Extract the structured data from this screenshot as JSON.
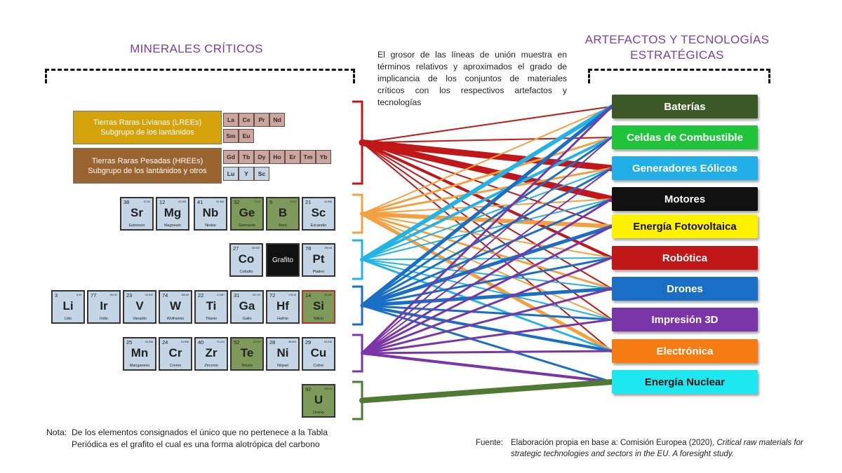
{
  "titles": {
    "left": "MINERALES CRÍTICOS",
    "right_line1": "ARTEFACTOS Y TECNOLOGÍAS",
    "right_line2": "ESTRATÉGICAS"
  },
  "description": "El grosor de las líneas de unión muestra en términos relativos y aproximados el grado de implicancia de los conjuntos de materiales críticos con los respectivos artefactos y tecnologías",
  "groups": {
    "lree": {
      "line1": "Tierras Raras Livianas (LREEs)",
      "line2": "Subgrupo de los lantánidos",
      "color": "#d4a20a"
    },
    "hree": {
      "line1": "Tierras Raras Pesadas (HREEs)",
      "line2": "Subgrupo de los lantánidos y otros",
      "color": "#9a6430"
    }
  },
  "lree_elements": [
    "La",
    "Ce",
    "Pr",
    "Nd",
    "Sm",
    "Eu"
  ],
  "hree_elements": [
    "Gd",
    "Tb",
    "Dy",
    "Ho",
    "Er",
    "Tm",
    "Yb",
    "Lu",
    "Y",
    "Sc"
  ],
  "elements": [
    {
      "num": "38",
      "sym": "Sr",
      "name": "Estroncio",
      "mass": "87.62"
    },
    {
      "num": "12",
      "sym": "Mg",
      "name": "Magnesio",
      "mass": "24.305"
    },
    {
      "num": "41",
      "sym": "Nb",
      "name": "Niobio",
      "mass": "92.906"
    },
    {
      "num": "32",
      "sym": "Ge",
      "name": "Germanio",
      "mass": "72.63"
    },
    {
      "num": "5",
      "sym": "B",
      "name": "Boro",
      "mass": "10.81"
    },
    {
      "num": "21",
      "sym": "Sc",
      "name": "Escandio",
      "mass": "44.956"
    },
    {
      "num": "27",
      "sym": "Co",
      "name": "Cobalto",
      "mass": "58.933"
    },
    {
      "num": "",
      "sym": "",
      "name": "Grafito",
      "mass": ""
    },
    {
      "num": "78",
      "sym": "Pt",
      "name": "Platino",
      "mass": "195.08"
    },
    {
      "num": "3",
      "sym": "Li",
      "name": "Litio",
      "mass": "6.94"
    },
    {
      "num": "77",
      "sym": "Ir",
      "name": "Iridio",
      "mass": "192.22"
    },
    {
      "num": "23",
      "sym": "V",
      "name": "Vanadio",
      "mass": "50.942"
    },
    {
      "num": "74",
      "sym": "W",
      "name": "Wolframio",
      "mass": "183.84"
    },
    {
      "num": "22",
      "sym": "Ti",
      "name": "Titanio",
      "mass": "47.867"
    },
    {
      "num": "31",
      "sym": "Ga",
      "name": "Galio",
      "mass": "69.723"
    },
    {
      "num": "72",
      "sym": "Hf",
      "name": "Hafnio",
      "mass": "178.49"
    },
    {
      "num": "14",
      "sym": "Si",
      "name": "Silicio",
      "mass": "28.085"
    },
    {
      "num": "25",
      "sym": "Mn",
      "name": "Manganeso",
      "mass": "54.938"
    },
    {
      "num": "24",
      "sym": "Cr",
      "name": "Cromo",
      "mass": "51.996"
    },
    {
      "num": "40",
      "sym": "Zr",
      "name": "Zirconio",
      "mass": "91.224"
    },
    {
      "num": "52",
      "sym": "Te",
      "name": "Telurio",
      "mass": "127.60"
    },
    {
      "num": "28",
      "sym": "Ni",
      "name": "Níquel",
      "mass": "58.693"
    },
    {
      "num": "29",
      "sym": "Cu",
      "name": "Cobre",
      "mass": "63.546"
    },
    {
      "num": "92",
      "sym": "U",
      "name": "Uranio",
      "mass": "238.03"
    }
  ],
  "technologies": [
    {
      "label": "Baterías",
      "bg": "#3b5a28",
      "fg": "#ffffff"
    },
    {
      "label": "Celdas de Combustible",
      "bg": "#1fc43a",
      "fg": "#ffffff"
    },
    {
      "label": "Generadores  Eólicos",
      "bg": "#22aee6",
      "fg": "#ffffff"
    },
    {
      "label": "Motores",
      "bg": "#111111",
      "fg": "#ffffff"
    },
    {
      "label": "Energía  Fotovoltaica",
      "bg": "#fff200",
      "fg": "#111111"
    },
    {
      "label": "Robótica",
      "bg": "#c01818",
      "fg": "#ffffff"
    },
    {
      "label": "Drones",
      "bg": "#1a6fc4",
      "fg": "#ffffff"
    },
    {
      "label": "Impresión 3D",
      "bg": "#7a35a6",
      "fg": "#ffffff"
    },
    {
      "label": "Electrónica",
      "bg": "#f57c12",
      "fg": "#ffffff"
    },
    {
      "label": "Energía Nuclear",
      "bg": "#1de8f0",
      "fg": "#111111"
    }
  ],
  "mineral_group_colors": [
    "#c01818",
    "#f5a040",
    "#22b4e6",
    "#1a6fc4",
    "#7a35a6",
    "#4e7a34"
  ],
  "connections": [
    {
      "group": 0,
      "tech": 0,
      "weight": 2
    },
    {
      "group": 0,
      "tech": 1,
      "weight": 2
    },
    {
      "group": 0,
      "tech": 2,
      "weight": 9
    },
    {
      "group": 0,
      "tech": 3,
      "weight": 9
    },
    {
      "group": 0,
      "tech": 4,
      "weight": 2
    },
    {
      "group": 0,
      "tech": 5,
      "weight": 4
    },
    {
      "group": 0,
      "tech": 6,
      "weight": 2
    },
    {
      "group": 0,
      "tech": 7,
      "weight": 2
    },
    {
      "group": 0,
      "tech": 8,
      "weight": 2
    },
    {
      "group": 1,
      "tech": 0,
      "weight": 2
    },
    {
      "group": 1,
      "tech": 1,
      "weight": 3
    },
    {
      "group": 1,
      "tech": 2,
      "weight": 3
    },
    {
      "group": 1,
      "tech": 3,
      "weight": 2
    },
    {
      "group": 1,
      "tech": 4,
      "weight": 6
    },
    {
      "group": 1,
      "tech": 5,
      "weight": 2
    },
    {
      "group": 1,
      "tech": 6,
      "weight": 3
    },
    {
      "group": 1,
      "tech": 7,
      "weight": 2
    },
    {
      "group": 1,
      "tech": 8,
      "weight": 5
    },
    {
      "group": 2,
      "tech": 0,
      "weight": 6
    },
    {
      "group": 2,
      "tech": 1,
      "weight": 4
    },
    {
      "group": 2,
      "tech": 2,
      "weight": 2
    },
    {
      "group": 2,
      "tech": 3,
      "weight": 2
    },
    {
      "group": 2,
      "tech": 5,
      "weight": 2
    },
    {
      "group": 2,
      "tech": 6,
      "weight": 2
    },
    {
      "group": 2,
      "tech": 7,
      "weight": 2
    },
    {
      "group": 2,
      "tech": 8,
      "weight": 3
    },
    {
      "group": 3,
      "tech": 0,
      "weight": 5
    },
    {
      "group": 3,
      "tech": 1,
      "weight": 3
    },
    {
      "group": 3,
      "tech": 2,
      "weight": 3
    },
    {
      "group": 3,
      "tech": 3,
      "weight": 3
    },
    {
      "group": 3,
      "tech": 4,
      "weight": 5
    },
    {
      "group": 3,
      "tech": 5,
      "weight": 3
    },
    {
      "group": 3,
      "tech": 6,
      "weight": 5
    },
    {
      "group": 3,
      "tech": 7,
      "weight": 3
    },
    {
      "group": 3,
      "tech": 8,
      "weight": 4
    },
    {
      "group": 3,
      "tech": 9,
      "weight": 3
    },
    {
      "group": 4,
      "tech": 0,
      "weight": 3
    },
    {
      "group": 4,
      "tech": 1,
      "weight": 2
    },
    {
      "group": 4,
      "tech": 2,
      "weight": 2
    },
    {
      "group": 4,
      "tech": 3,
      "weight": 3
    },
    {
      "group": 4,
      "tech": 4,
      "weight": 3
    },
    {
      "group": 4,
      "tech": 5,
      "weight": 3
    },
    {
      "group": 4,
      "tech": 6,
      "weight": 3
    },
    {
      "group": 4,
      "tech": 7,
      "weight": 3
    },
    {
      "group": 4,
      "tech": 8,
      "weight": 3
    },
    {
      "group": 4,
      "tech": 9,
      "weight": 4
    },
    {
      "group": 5,
      "tech": 9,
      "weight": 8
    }
  ],
  "note": {
    "label": "Nota:",
    "text": "De los elementos consignados el único que no pertenece a la Tabla Periódica es el grafito el cual es una forma alotrópica del carbono"
  },
  "source": {
    "label": "Fuente:",
    "text_plain": "Elaboración propia en base a: Comisión Europea (2020), ",
    "text_italic": "Critical raw materials for strategic technologies and sectors in the EU. A foresight study."
  }
}
